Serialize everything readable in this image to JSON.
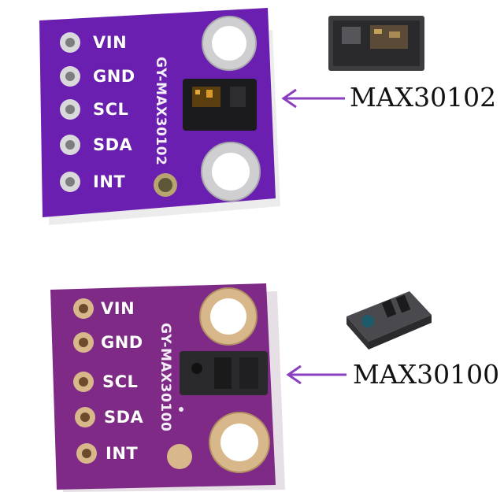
{
  "modules": [
    {
      "board_text": "GY-MAX30102",
      "pins": [
        "VIN",
        "GND",
        "SCL",
        "SDA",
        "INT"
      ],
      "chip_label": "MAX30102",
      "board_color": "#6a1fb0"
    },
    {
      "board_text": "GY-MAX30100",
      "pins": [
        "VIN",
        "GND",
        "SCL",
        "SDA",
        "INT"
      ],
      "chip_label": "MAX30100",
      "board_color": "#7e2a86"
    }
  ],
  "colors": {
    "arrow": "#8a3fbf",
    "pad_gold": "#d8b88a",
    "pad_silver": "#d9d9dc"
  }
}
